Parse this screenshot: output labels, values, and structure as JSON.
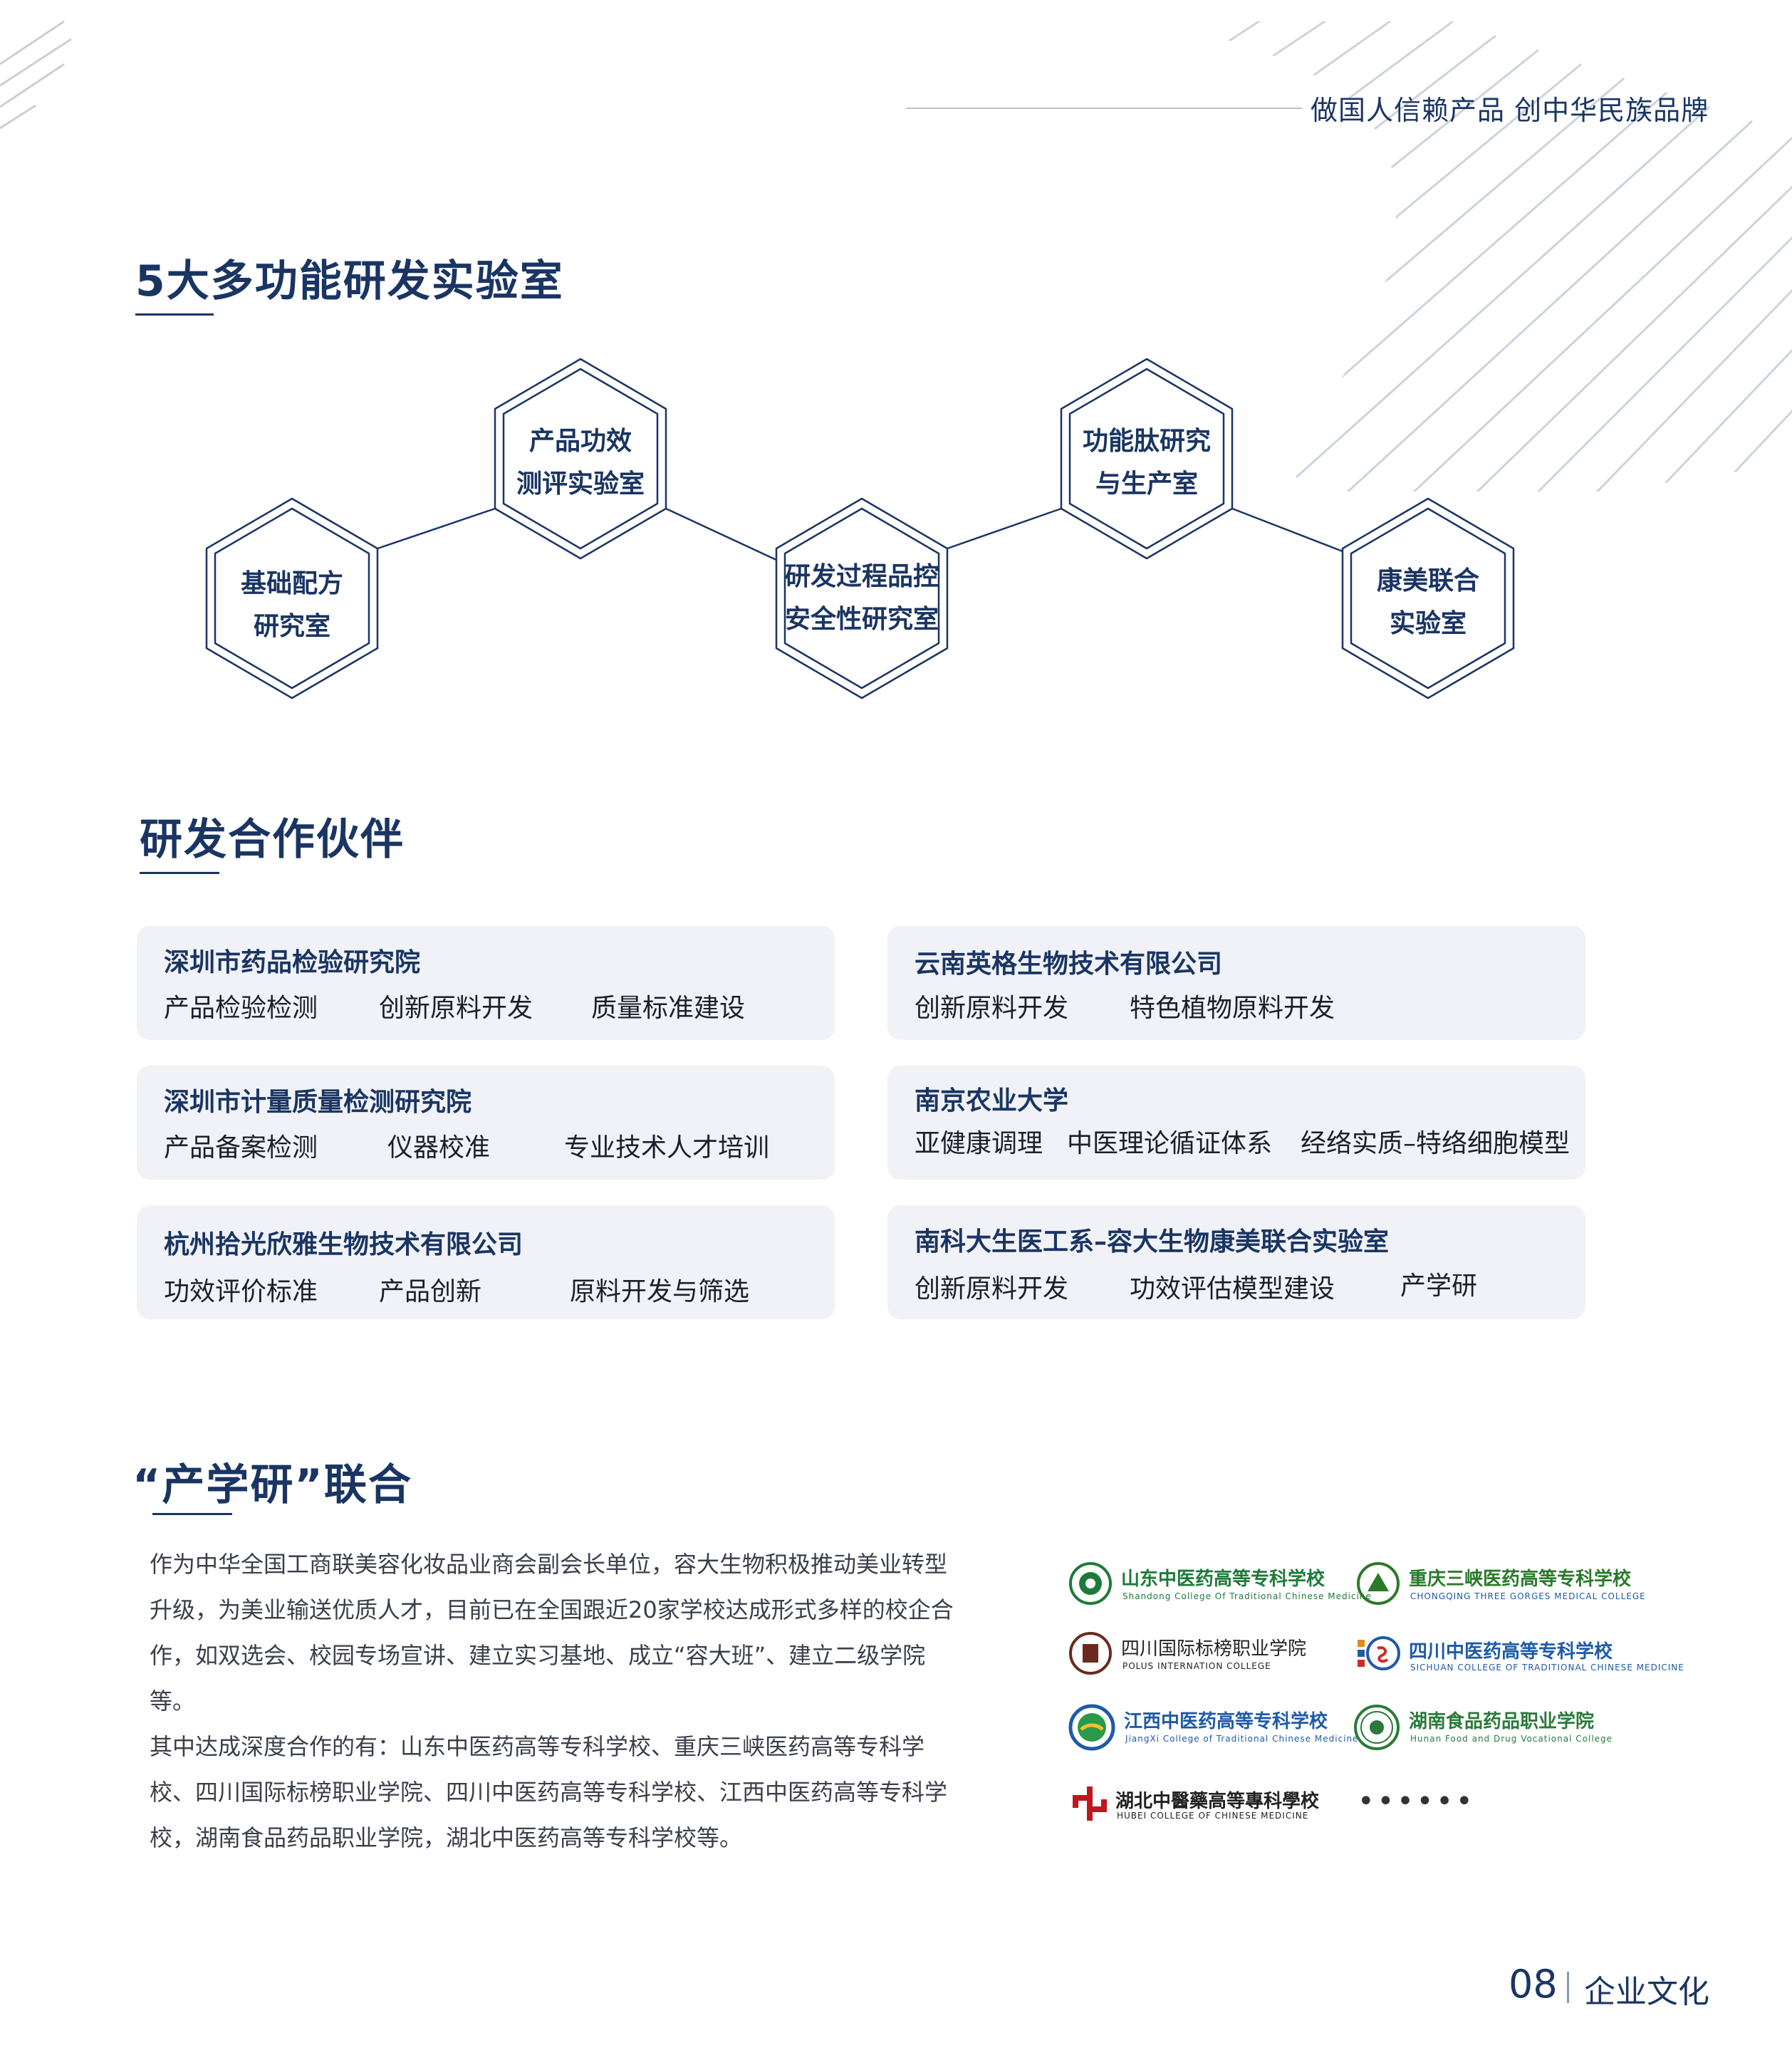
{
  "header": {
    "slogan": "做国人信赖产品  创中华民族品牌"
  },
  "labs": {
    "title": "5大多功能研发实验室",
    "items": [
      {
        "line1": "基础配方",
        "line2": "研究室"
      },
      {
        "line1": "产品功效",
        "line2": "测评实验室"
      },
      {
        "line1": "研发过程品控",
        "line2": "安全性研究室"
      },
      {
        "line1": "功能肽研究",
        "line2": "与生产室"
      },
      {
        "line1": "康美联合",
        "line2": "实验室"
      }
    ]
  },
  "partners": {
    "title": "研发合作伙伴",
    "cards": [
      {
        "name": "深圳市药品检验研究院",
        "tags": [
          "产品检验检测",
          "创新原料开发",
          "质量标准建设"
        ]
      },
      {
        "name": "云南英格生物技术有限公司",
        "tags": [
          "创新原料开发",
          "特色植物原料开发"
        ]
      },
      {
        "name": "深圳市计量质量检测研究院",
        "tags": [
          "产品备案检测",
          "仪器校准",
          "专业技术人才培训"
        ]
      },
      {
        "name": "南京农业大学",
        "tags": [
          "亚健康调理",
          "中医理论循证体系",
          "经络实质–特络细胞模型"
        ]
      },
      {
        "name": "杭州拾光欣雅生物技术有限公司",
        "tags": [
          "功效评价标准",
          "产品创新",
          "原料开发与筛选"
        ]
      },
      {
        "name": "南科大生医工系–容大生物康美联合实验室",
        "tags": [
          "创新原料开发",
          "功效评估模型建设",
          "产学研"
        ]
      }
    ]
  },
  "industry": {
    "title": "“产学研”联合",
    "paragraph1": "作为中华全国工商联美容化妆品业商会副会长单位，容大生物积极推动美业转型升级，为美业输送优质人才，目前已在全国跟近20家学校达成形式多样的校企合作，如双选会、校园专场宣讲、建立实习基地、成立“容大班”、建立二级学院等。",
    "paragraph2": "其中达成深度合作的有：山东中医药高等专科学校、重庆三峡医药高等专科学校、四川国际标榜职业学院、四川中医药高等专科学校、江西中医药高等专科学校，湖南食品药品职业学院，湖北中医药高等专科学校等。",
    "logos": [
      {
        "name": "山东中医药高等专科学校",
        "sub": "Shandong College Of Traditional Chinese Medicine",
        "color": "#1e7a3a",
        "icon": "school-emblem-icon"
      },
      {
        "name": "重庆三峡医药高等专科学校",
        "sub": "CHONGQING THREE GORGES MEDICAL COLLEGE",
        "color": "#2a7a2a",
        "icon": "school-emblem-icon"
      },
      {
        "name": "四川国际标榜职业学院",
        "sub": "POLUS INTERNATION COLLEGE",
        "color": "#222222",
        "icon": "school-emblem-icon"
      },
      {
        "name": "四川中医药高等专科学校",
        "sub": "SICHUAN COLLEGE OF TRADITIONAL CHINESE MEDICINE",
        "color": "#1f5aa8",
        "icon": "school-emblem-icon"
      },
      {
        "name": "江西中医药高等专科学校",
        "sub": "JiangXi College of Traditional Chinese Medicine",
        "color": "#1f5aa8",
        "icon": "school-emblem-icon"
      },
      {
        "name": "湖南食品药品职业学院",
        "sub": "Hunan Food and Drug Vocational College",
        "color": "#2a7a3a",
        "icon": "school-emblem-icon"
      },
      {
        "name": "湖北中醫藥高等專科學校",
        "sub": "HUBEI COLLEGE OF CHINESE MEDICINE",
        "color": "#c0161e",
        "icon": "school-emblem-icon"
      }
    ],
    "more": "••••••"
  },
  "footer": {
    "page": "08",
    "section": "企业文化"
  }
}
